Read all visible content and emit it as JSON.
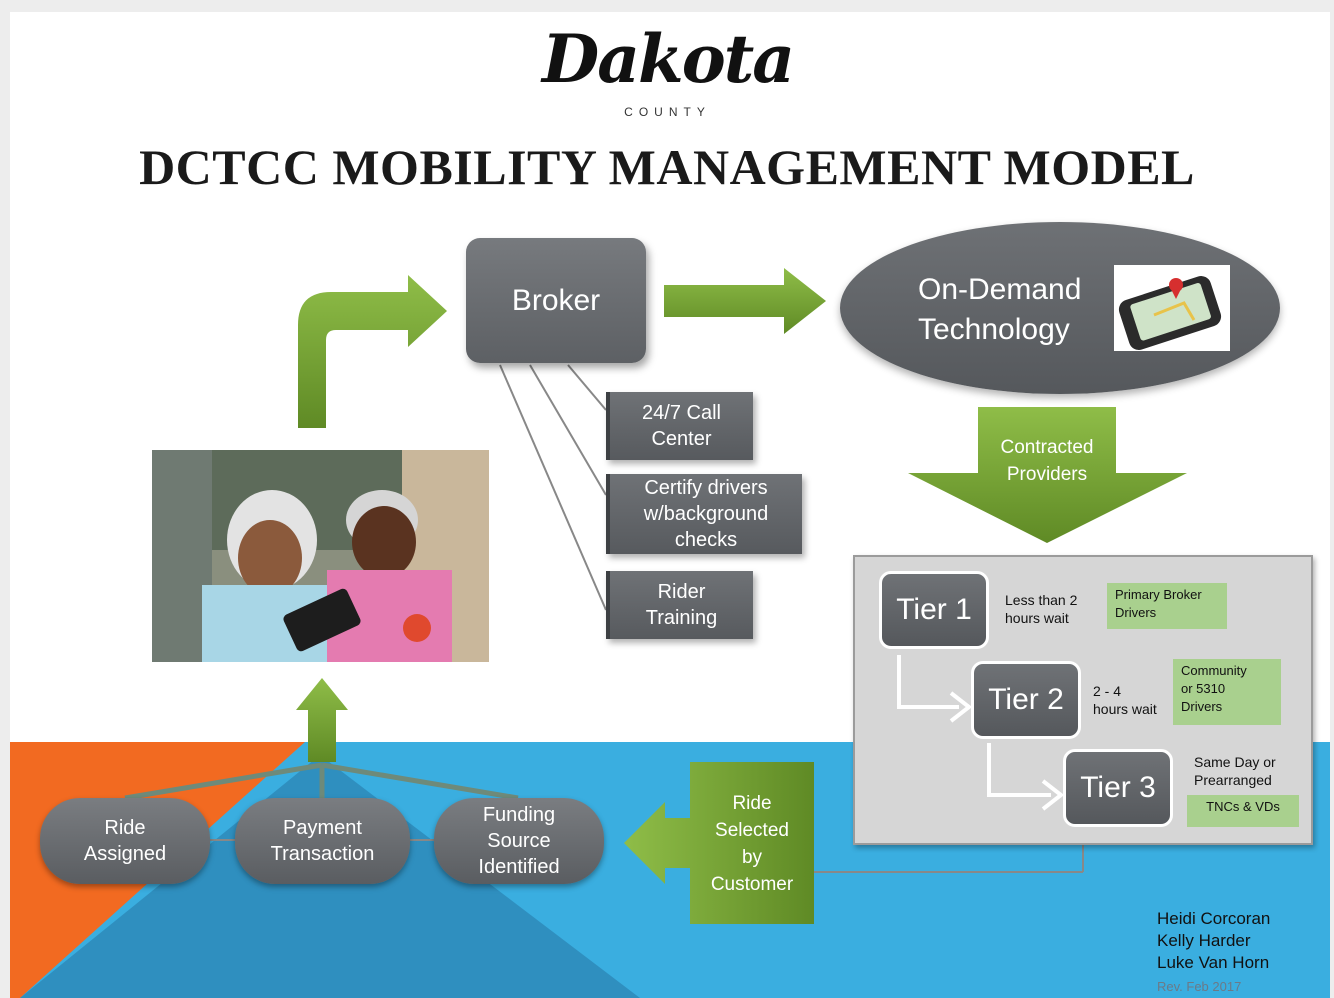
{
  "logo": {
    "script": "Dakota",
    "sub": "COUNTY"
  },
  "title": "DCTCC MOBILITY MANAGEMENT MODEL",
  "broker": "Broker",
  "on_demand": {
    "line1": "On-Demand",
    "line2": "Technology",
    "icon": "smartphone-map-icon"
  },
  "broker_services": [
    {
      "line1": "24/7 Call",
      "line2": "Center"
    },
    {
      "line1": "Certify drivers",
      "line2": "w/background",
      "line3": "checks"
    },
    {
      "line1": "Rider",
      "line2": "Training"
    }
  ],
  "contracted": {
    "line1": "Contracted",
    "line2": "Providers"
  },
  "tiers": [
    {
      "label": "Tier 1",
      "wait1": "Less than 2",
      "wait2": "hours wait",
      "drivers1": "Primary Broker",
      "drivers2": "Drivers"
    },
    {
      "label": "Tier 2",
      "wait1": "2 - 4",
      "wait2": "hours wait",
      "drivers1": "Community",
      "drivers2": "or 5310",
      "drivers3": "Drivers"
    },
    {
      "label": "Tier 3",
      "wait1": "Same Day or",
      "wait2": "Prearranged",
      "drivers1": "TNCs & VDs"
    }
  ],
  "ride_selected": {
    "line1": "Ride",
    "line2": "Selected",
    "line3": "by",
    "line4": "Customer"
  },
  "process": [
    {
      "line1": "Ride",
      "line2": "Assigned"
    },
    {
      "line1": "Payment",
      "line2": "Transaction"
    },
    {
      "line1": "Funding",
      "line2": "Source",
      "line3": "Identified"
    }
  ],
  "credits": [
    "Heidi Corcoran",
    "Kelly Harder",
    "Luke Van Horn"
  ],
  "revision": "Rev. Feb 2017",
  "colors": {
    "orange": "#f26a21",
    "blue": "#3aaee0",
    "green": "#6e9a2f",
    "gray": "#63666a",
    "tag_green": "#a9d08e"
  }
}
